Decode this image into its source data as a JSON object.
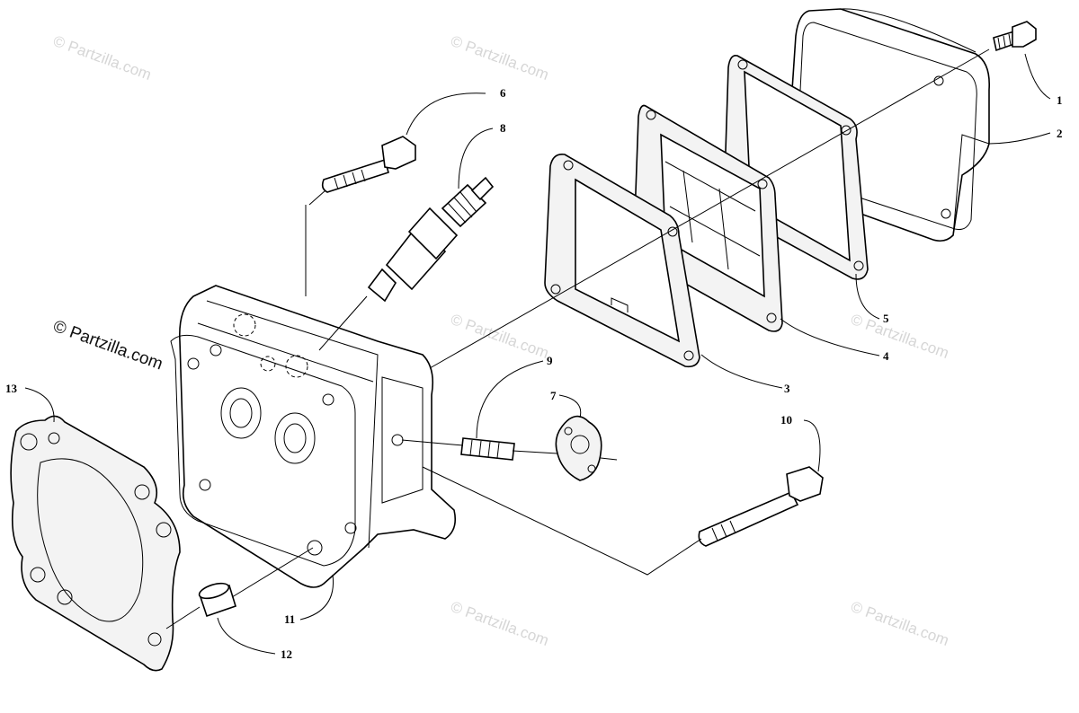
{
  "watermarks": {
    "tiled_text": "© Partzilla.com",
    "main_text": "© Partzilla.com"
  },
  "callouts": [
    {
      "id": "1",
      "label": "1"
    },
    {
      "id": "2",
      "label": "2"
    },
    {
      "id": "3",
      "label": "3"
    },
    {
      "id": "4",
      "label": "4"
    },
    {
      "id": "5",
      "label": "5"
    },
    {
      "id": "6",
      "label": "6"
    },
    {
      "id": "7",
      "label": "7"
    },
    {
      "id": "8",
      "label": "8"
    },
    {
      "id": "9",
      "label": "9"
    },
    {
      "id": "10",
      "label": "10"
    },
    {
      "id": "11",
      "label": "11"
    },
    {
      "id": "12",
      "label": "12"
    },
    {
      "id": "13",
      "label": "13"
    }
  ]
}
